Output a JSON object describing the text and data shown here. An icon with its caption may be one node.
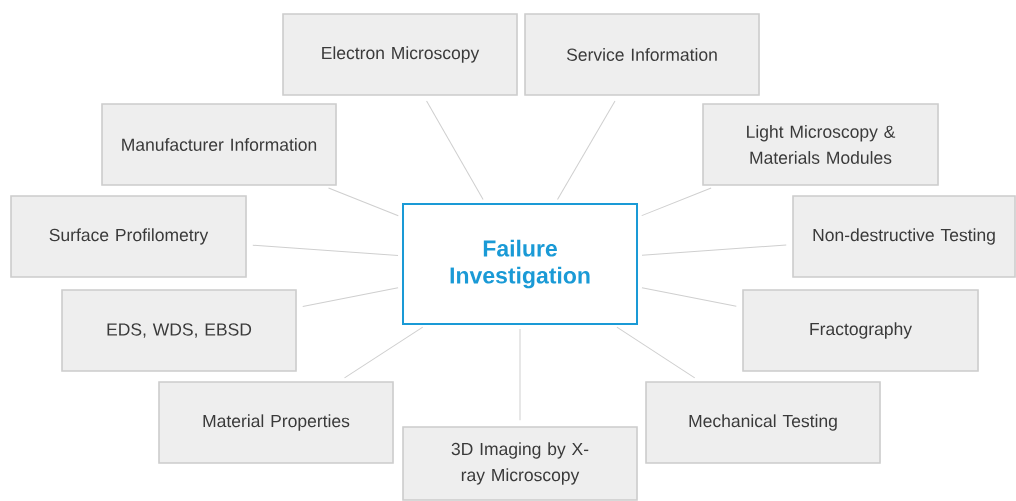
{
  "diagram": {
    "nodes": [
      {
        "text": [
          "Failure Investigation"
        ]
      },
      {
        "text": [
          "Electron Microscopy"
        ]
      },
      {
        "text": [
          "Service Information"
        ]
      },
      {
        "text": [
          "Manufacturer Information"
        ]
      },
      {
        "text": [
          "Light Microscopy & Materials Modules"
        ]
      },
      {
        "text": [
          "Surface Profilometry"
        ]
      },
      {
        "text": [
          "Non-destructive Testing"
        ]
      },
      {
        "text": [
          "EDS, WDS, EBSD"
        ]
      },
      {
        "text": [
          "Fractography"
        ]
      },
      {
        "text": [
          "Material Properties"
        ]
      },
      {
        "text": [
          "Mechanical Testing"
        ]
      },
      {
        "text": [
          "3D Imaging by X-ray Microscopy"
        ]
      }
    ],
    "edges": [
      {
        "from": 0,
        "to": 1,
        "arrow": "none"
      },
      {
        "from": 0,
        "to": 2,
        "arrow": "none"
      },
      {
        "from": 0,
        "to": 3,
        "arrow": "none"
      },
      {
        "from": 0,
        "to": 4,
        "arrow": "none"
      },
      {
        "from": 0,
        "to": 5,
        "arrow": "none"
      },
      {
        "from": 0,
        "to": 6,
        "arrow": "none"
      },
      {
        "from": 0,
        "to": 7,
        "arrow": "none"
      },
      {
        "from": 0,
        "to": 8,
        "arrow": "none"
      },
      {
        "from": 0,
        "to": 9,
        "arrow": "none"
      },
      {
        "from": 0,
        "to": 10,
        "arrow": "none"
      },
      {
        "from": 0,
        "to": 11,
        "arrow": "none"
      }
    ]
  }
}
